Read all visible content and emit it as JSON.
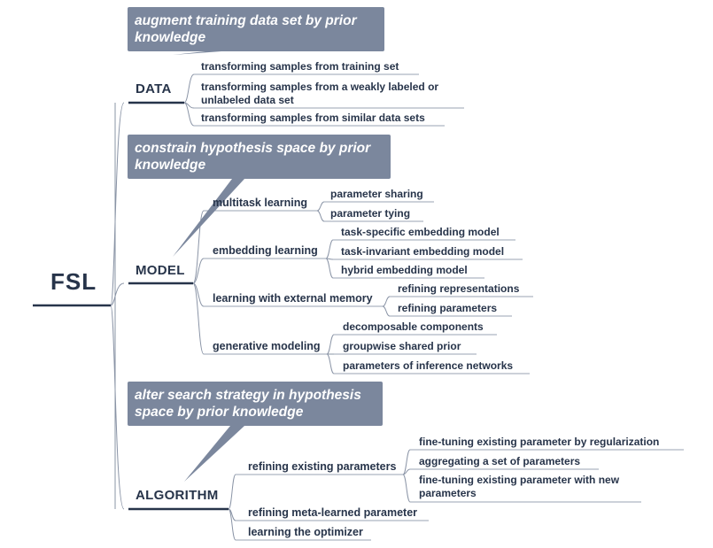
{
  "root": {
    "label": "FSL"
  },
  "categories": {
    "data": {
      "label": "DATA",
      "note": "augment training data set by prior knowledge",
      "items": [
        "transforming samples from training set",
        "transforming samples from a weakly labeled or unlabeled data set",
        "transforming samples from similar data sets"
      ]
    },
    "model": {
      "label": "MODEL",
      "note": "constrain hypothesis space by prior knowledge",
      "groups": [
        {
          "label": "multitask learning",
          "items": [
            "parameter sharing",
            "parameter tying"
          ]
        },
        {
          "label": "embedding learning",
          "items": [
            "task-specific embedding model",
            "task-invariant embedding model",
            "hybrid embedding model"
          ]
        },
        {
          "label": "learning with external memory",
          "items": [
            "refining representations",
            "refining parameters"
          ]
        },
        {
          "label": "generative modeling",
          "items": [
            "decomposable components",
            "groupwise shared prior",
            "parameters of inference networks"
          ]
        }
      ]
    },
    "algorithm": {
      "label": "ALGORITHM",
      "note": "alter search strategy in hypothesis space by prior knowledge",
      "groups": [
        {
          "label": "refining existing parameters",
          "items": [
            "fine-tuning existing parameter by regularization",
            "aggregating a set of parameters",
            "fine-tuning existing parameter with new parameters"
          ]
        },
        {
          "label": "refining meta-learned parameter",
          "items": []
        },
        {
          "label": "learning the optimizer",
          "items": []
        }
      ]
    }
  }
}
